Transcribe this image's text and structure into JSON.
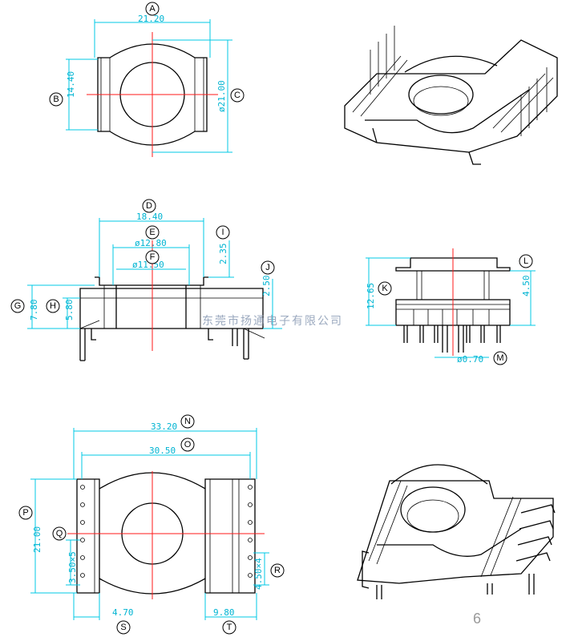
{
  "top_view": {
    "labels": {
      "A": "A",
      "B": "B",
      "C": "C"
    },
    "dims": {
      "A": "21.20",
      "B": "14.40",
      "C": "ø21.00"
    }
  },
  "side_view": {
    "labels": {
      "D": "D",
      "E": "E",
      "F": "F",
      "G": "G",
      "H": "H",
      "I": "I",
      "J": "J"
    },
    "dims": {
      "D": "18.40",
      "E": "ø12.80",
      "F": "ø11.50",
      "G": "7.80",
      "H": "5.80",
      "I": "2.35",
      "J": "2.50"
    }
  },
  "front_view": {
    "labels": {
      "K": "K",
      "L": "L",
      "M": "M"
    },
    "dims": {
      "K": "12.65",
      "L": "4.50",
      "M": "ø0.70"
    }
  },
  "bottom_view": {
    "labels": {
      "N": "N",
      "O": "O",
      "P": "P",
      "Q": "Q",
      "R": "R",
      "S": "S",
      "T": "T"
    },
    "dims": {
      "N": "33.20",
      "O": "30.50",
      "P": "21.00",
      "Q": "3.50×5",
      "R": "4.50×4",
      "S": "4.70",
      "T": "9.80"
    }
  },
  "watermark": "东莞市扬通电子有限公司",
  "page_number": "6"
}
